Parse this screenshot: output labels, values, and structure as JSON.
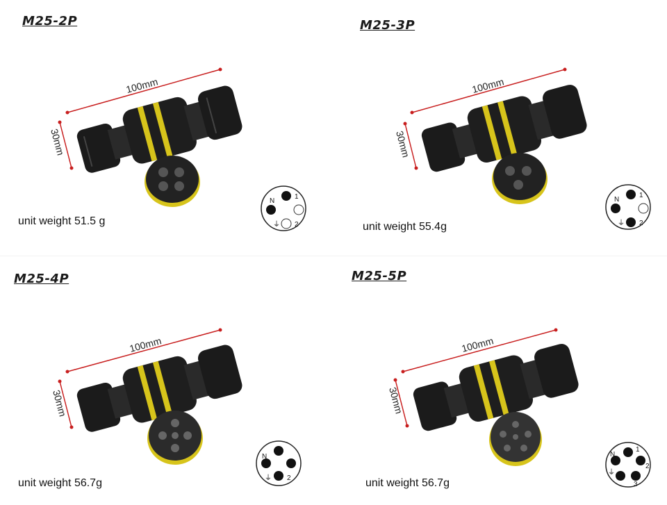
{
  "panels": [
    {
      "model": "M25-2P",
      "length_label": "100mm",
      "diameter_label": "30mm",
      "weight": "unit weight 51.5 g",
      "pins": 2
    },
    {
      "model": "M25-3P",
      "length_label": "100mm",
      "diameter_label": "30mm",
      "weight": "unit weight 55.4g",
      "pins": 3
    },
    {
      "model": "M25-4P",
      "length_label": "100mm",
      "diameter_label": "30mm",
      "weight": "unit weight 56.7g",
      "pins": 4
    },
    {
      "model": "M25-5P",
      "length_label": "100mm",
      "diameter_label": "30mm",
      "weight": "unit weight 56.7g",
      "pins": 5
    }
  ],
  "pin_labels": {
    "neutral": "N",
    "one": "1",
    "two": "2",
    "three": "3",
    "ground": "⏚"
  },
  "colors": {
    "body": "#1b1b1b",
    "ring": "#d7c41b",
    "dimension": "#c81e1e"
  }
}
